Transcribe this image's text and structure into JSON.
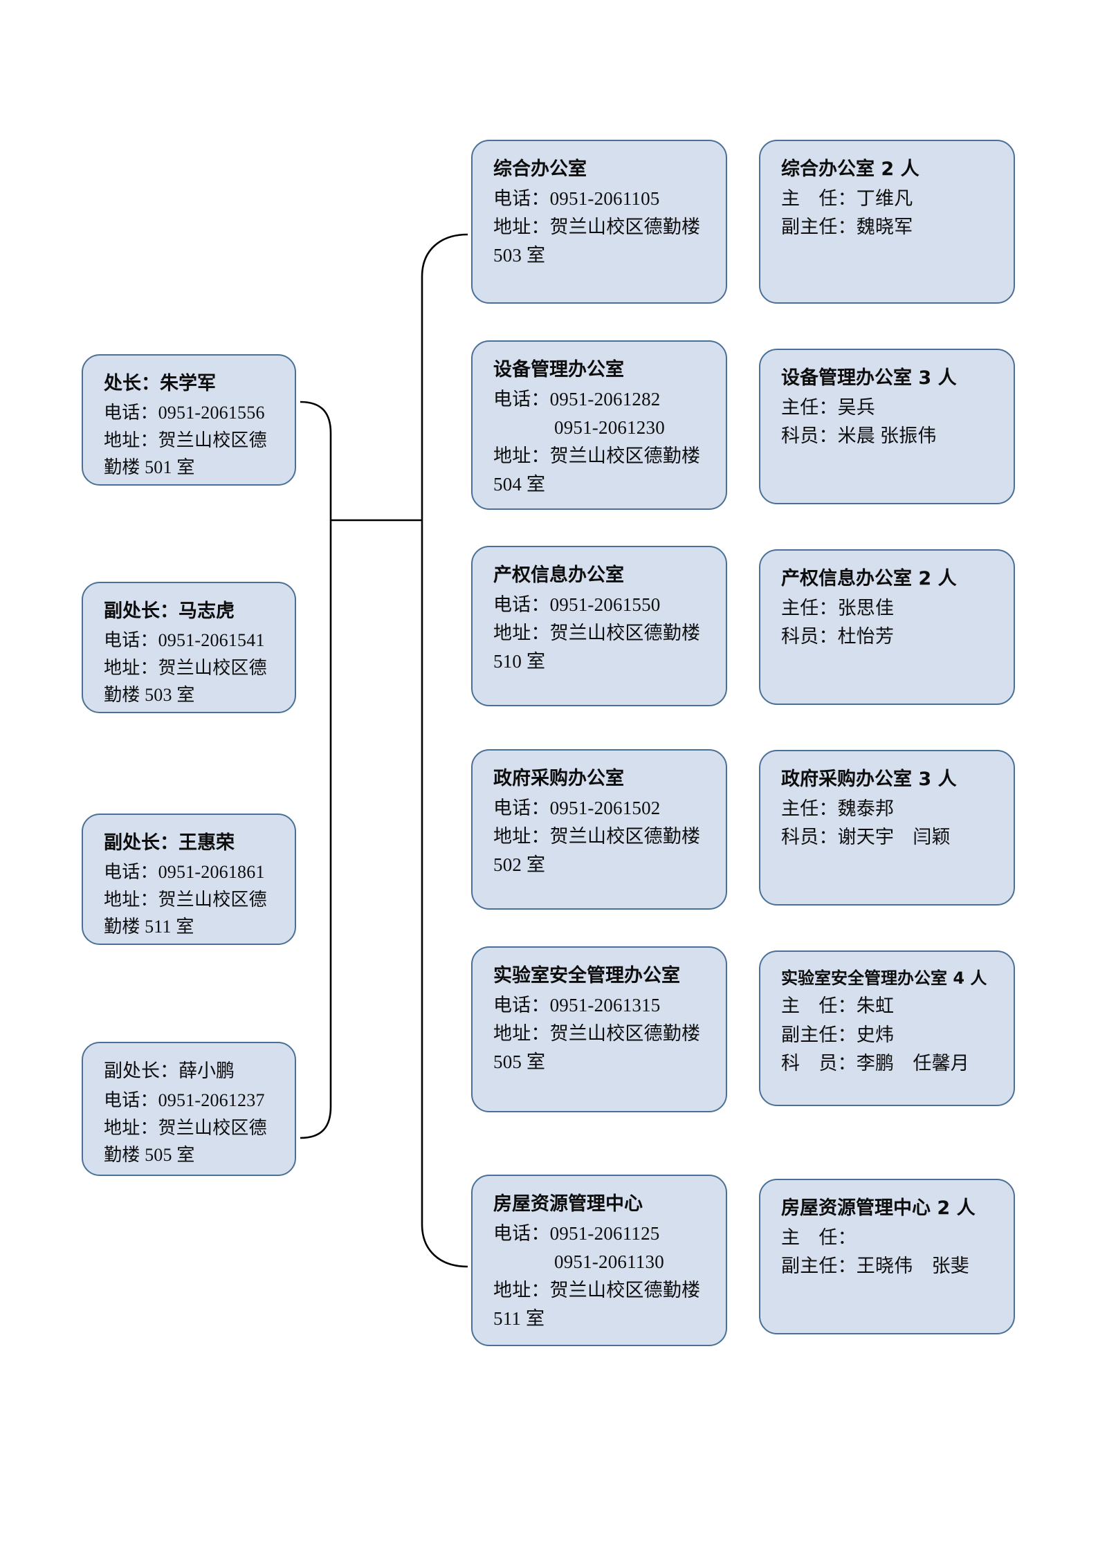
{
  "chart_title": "",
  "theme": {
    "node_fill": "#d6dfee",
    "node_border": "#4a7095",
    "connector": "#000000",
    "text": "#0d0d0d",
    "page_background": "#ffffff"
  },
  "leaders": [
    {
      "id": "director",
      "title": "处长：朱学军",
      "phone": "电话：0951-2061556",
      "address_line1": "地址：贺兰山校区德",
      "address_line2": "勤楼 501 室",
      "title_bold": true
    },
    {
      "id": "deputy-ma-zhihu",
      "title": "副处长：马志虎",
      "phone": "电话：0951-2061541",
      "address_line1": "地址：贺兰山校区德",
      "address_line2": "勤楼 503 室",
      "title_bold": true
    },
    {
      "id": "deputy-wang-huirong",
      "title": "副处长：王惠荣",
      "phone": "电话：0951-2061861",
      "address_line1": "地址：贺兰山校区德",
      "address_line2": "勤楼 511 室",
      "title_bold": true
    },
    {
      "id": "deputy-xue-xiaopeng",
      "title": "副处长：薛小鹏",
      "phone": "电话：0951-2061237",
      "address_line1": "地址：贺兰山校区德",
      "address_line2": "勤楼 505 室",
      "title_bold": false
    }
  ],
  "offices": [
    {
      "id": "general-office",
      "name": "综合办公室",
      "phone": "电话：0951-2061105",
      "phone2": "",
      "address_line1": "地址：贺兰山校区德勤楼",
      "address_line2": "503 室"
    },
    {
      "id": "equipment-office",
      "name": "设备管理办公室",
      "phone": "电话：0951-2061282",
      "phone2": "0951-2061230",
      "address_line1": "地址：贺兰山校区德勤楼",
      "address_line2": "504 室"
    },
    {
      "id": "property-info-office",
      "name": "产权信息办公室",
      "phone": "电话：0951-2061550",
      "phone2": "",
      "address_line1": "地址：贺兰山校区德勤楼",
      "address_line2": "510 室"
    },
    {
      "id": "government-procurement-office",
      "name": "政府采购办公室",
      "phone": "电话：0951-2061502",
      "phone2": "",
      "address_line1": "地址：贺兰山校区德勤楼",
      "address_line2": "502 室"
    },
    {
      "id": "lab-safety-office",
      "name": "实验室安全管理办公室",
      "phone": "电话：0951-2061315",
      "phone2": "",
      "address_line1": "地址：贺兰山校区德勤楼",
      "address_line2": "505 室"
    },
    {
      "id": "housing-resource-center",
      "name": "房屋资源管理中心",
      "phone": "电话：0951-2061125",
      "phone2": "0951-2061130",
      "address_line1": "地址：贺兰山校区德勤楼",
      "address_line2": "511 室"
    }
  ],
  "staff": [
    {
      "id": "general-office-staff",
      "heading": "综合办公室 2 人",
      "row1": "主　任：丁维凡",
      "row2": "副主任：魏晓军",
      "row3": ""
    },
    {
      "id": "equipment-office-staff",
      "heading": "设备管理办公室 3 人",
      "row1": "主任：吴兵",
      "row2": "科员：米晨 张振伟",
      "row3": ""
    },
    {
      "id": "property-info-office-staff",
      "heading": "产权信息办公室 2 人",
      "row1": "主任：张思佳",
      "row2": "科员：杜怡芳",
      "row3": ""
    },
    {
      "id": "government-procurement-office-staff",
      "heading": "政府采购办公室 3 人",
      "row1": "主任：魏泰邦",
      "row2": "科员：谢天宇　闫颖",
      "row3": ""
    },
    {
      "id": "lab-safety-office-staff",
      "heading": "实验室安全管理办公室 4 人",
      "row1": "主　任：朱虹",
      "row2": "副主任：史炜",
      "row3": "科　员：李鹏　任馨月"
    },
    {
      "id": "housing-resource-center-staff",
      "heading": "房屋资源管理中心 2 人",
      "row1": "主　任：",
      "row2": "副主任：王晓伟　张斐",
      "row3": ""
    }
  ]
}
